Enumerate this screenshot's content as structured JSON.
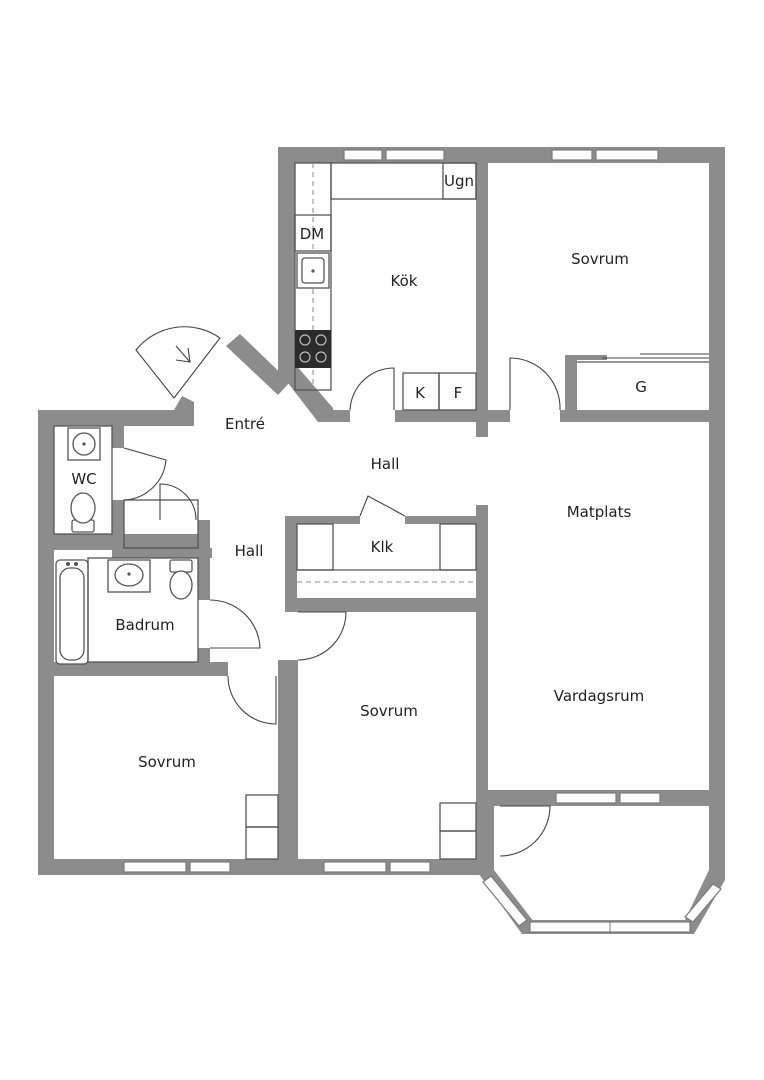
{
  "rooms": {
    "ugn": "Ugn",
    "dm": "DM",
    "kok": "Kök",
    "sovrum_ne": "Sovrum",
    "k": "K",
    "f": "F",
    "g": "G",
    "entre": "Entré",
    "hall_upper": "Hall",
    "wc": "WC",
    "matplats": "Matplats",
    "klk": "Klk",
    "hall_lower": "Hall",
    "badrum": "Badrum",
    "sovrum_center": "Sovrum",
    "vardagsrum": "Vardagsrum",
    "sovrum_sw": "Sovrum"
  }
}
